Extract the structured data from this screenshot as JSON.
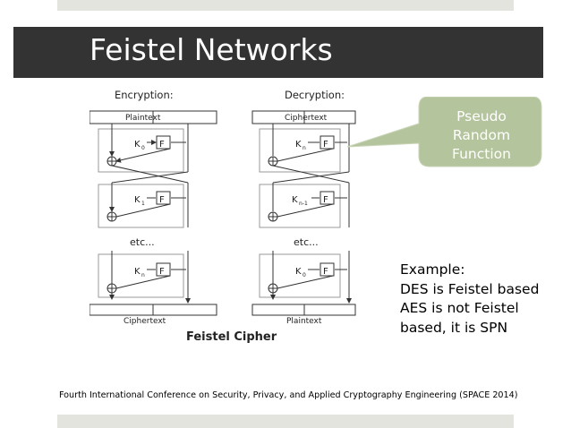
{
  "slide": {
    "title": "Feistel Networks",
    "footer": "Fourth International Conference on Security, Privacy, and Applied Cryptography Engineering (SPACE 2014)"
  },
  "diagram": {
    "encryption_heading": "Encryption:",
    "decryption_heading": "Decryption:",
    "encryption_input": "Plaintext",
    "encryption_output": "Ciphertext",
    "decryption_input": "Ciphertext",
    "decryption_output": "Plaintext",
    "func_label": "F",
    "etc_label": "etc...",
    "caption": "Feistel Cipher",
    "encryption_keys": [
      "K",
      "K",
      "K"
    ],
    "encryption_key_subs": [
      "0",
      "1",
      "n"
    ],
    "decryption_keys": [
      "K",
      "K",
      "K"
    ],
    "decryption_key_subs": [
      "n",
      "n-1",
      "0"
    ]
  },
  "callout": {
    "lines": [
      "Pseudo",
      "Random",
      "Function"
    ]
  },
  "example": {
    "lines": [
      "Example:",
      "DES is Feistel based",
      "AES is not Feistel",
      "based, it is SPN"
    ]
  },
  "colors": {
    "title_bar": "#333333",
    "callout_fill": "#b4c49c",
    "accent_strip": "#e4e4de"
  }
}
